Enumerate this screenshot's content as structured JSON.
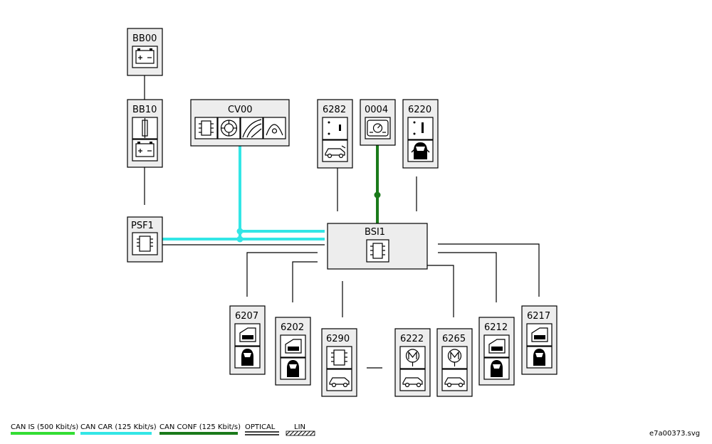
{
  "nodes": {
    "bb00": "BB00",
    "bb10": "BB10",
    "cv00": "CV00",
    "psf1": "PSF1",
    "n6282": "6282",
    "n0004": "0004",
    "n6220": "6220",
    "bsi1": "BSI1",
    "n6207": "6207",
    "n6202": "6202",
    "n6290": "6290",
    "n6222": "6222",
    "n6265": "6265",
    "n6212": "6212",
    "n6217": "6217"
  },
  "legend": [
    {
      "label": "CAN IS (500 Kbit/s)",
      "color": "#33dd33"
    },
    {
      "label": "CAN CAR (125 Kbit/s)",
      "color": "#33e6e6"
    },
    {
      "label": "CAN CONF (125 Kbit/s)",
      "color": "#1a7a1a"
    },
    {
      "label": "OPTICAL",
      "color": "#000000"
    },
    {
      "label": "LIN",
      "color": "#555555"
    }
  ],
  "file_ref": "e7a00373.svg",
  "icons": [
    "battery-icon",
    "fuse-icon",
    "chip-icon",
    "instrument-icon",
    "switch-icon",
    "car-icon",
    "actuator-icon",
    "motor-icon"
  ]
}
